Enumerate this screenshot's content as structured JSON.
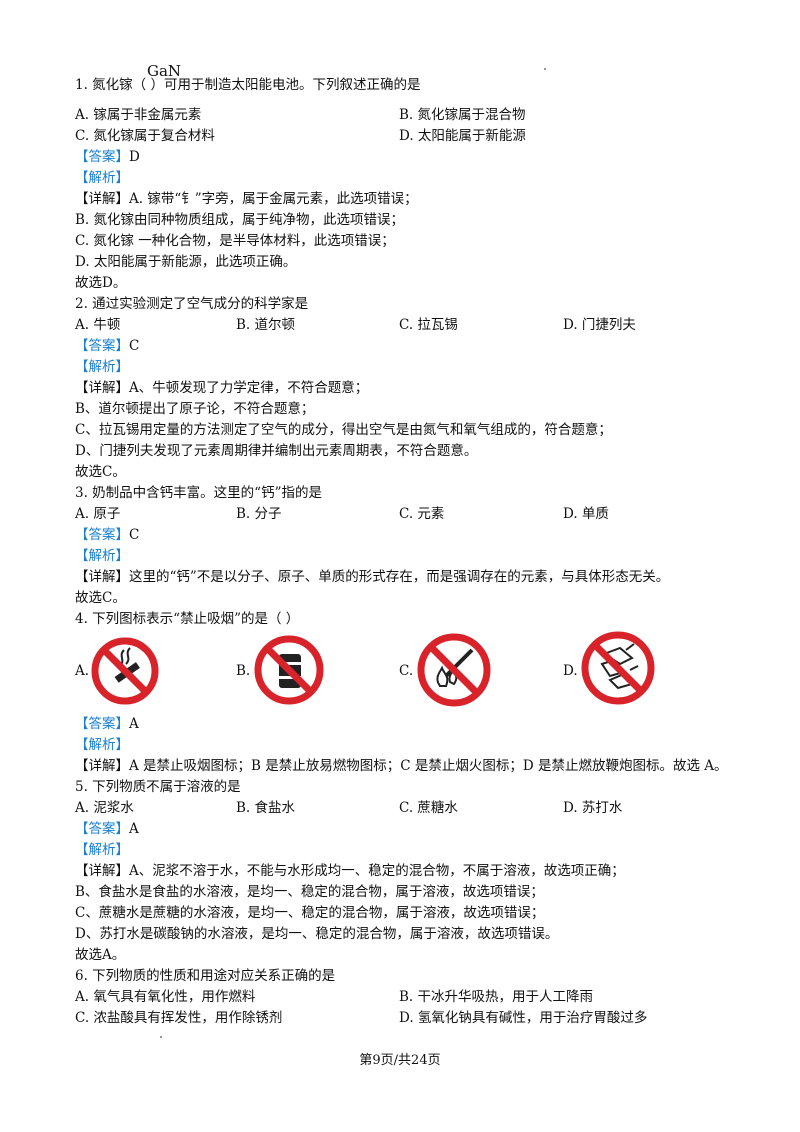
{
  "formula": "GaN",
  "q1": {
    "stem": "1. 氮化镓（        ）可用于制造太阳能电池。下列叙述正确的是",
    "options": [
      "A. 镓属于非金属元素",
      "B. 氮化镓属于混合物",
      "C. 氮化镓属于复合材料",
      "D. 太阳能属于新能源"
    ],
    "answer_tag": "【答案】",
    "answer": "D",
    "analysis_tag": "【解析】",
    "detail_tag": "【详解】",
    "detail": [
      "A. 镓带“钅”字旁，属于金属元素，此选项错误；",
      "B. 氮化镓由同种物质组成，属于纯净物，此选项错误；",
      "C. 氮化镓    一种化合物，是半导体材料，此选项错误；",
      "D. 太阳能属于新能源，此选项正确。",
      "故选D。"
    ]
  },
  "q2": {
    "stem": "2. 通过实验测定了空气成分的科学家是",
    "options": [
      "A. 牛顿",
      "B. 道尔顿",
      "C. 拉瓦锡",
      "D. 门捷列夫"
    ],
    "answer_tag": "【答案】",
    "answer": "C",
    "analysis_tag": "【解析】",
    "detail_tag": "【详解】",
    "detail": [
      "A、牛顿发现了力学定律，不符合题意；",
      "B、道尔顿提出了原子论，不符合题意；",
      "C、拉瓦锡用定量的方法测定了空气的成分，得出空气是由氮气和氧气组成的，符合题意；",
      "D、门捷列夫发现了元素周期律并编制出元素周期表，不符合题意。",
      "故选C。"
    ]
  },
  "q3": {
    "stem": "3. 奶制品中含钙丰富。这里的“钙”指的是",
    "options": [
      "A. 原子",
      "B. 分子",
      "C. 元素",
      "D. 单质"
    ],
    "answer_tag": "【答案】",
    "answer": "C",
    "analysis_tag": "【解析】",
    "detail_tag": "【详解】",
    "detail": [
      "这里的“钙”不是以分子、原子、单质的形式存在，而是强调存在的元素，与具体形态无关。",
      "故选C。"
    ]
  },
  "q4": {
    "stem": "4. 下列图标表示“禁止吸烟”的是（        ）",
    "option_letters": [
      "A.",
      "B.",
      "C.",
      "D."
    ],
    "sign_icons": [
      "no-smoking-icon",
      "no-flammable-materials-icon",
      "no-open-flame-icon",
      "no-firecrackers-icon"
    ],
    "answer_tag": "【答案】",
    "answer": "A",
    "analysis_tag": "【解析】",
    "detail_tag": "【详解】",
    "detail": [
      "A 是禁止吸烟图标；B 是禁止放易燃物图标；C 是禁止烟火图标；D 是禁止燃放鞭炮图标。故选 A。"
    ]
  },
  "q5": {
    "stem": "5. 下列物质不属于溶液的是",
    "options": [
      "A. 泥浆水",
      "B. 食盐水",
      "C. 蔗糖水",
      "D. 苏打水"
    ],
    "answer_tag": "【答案】",
    "answer": "A",
    "analysis_tag": "【解析】",
    "detail_tag": "【详解】",
    "detail": [
      "A、泥浆不溶于水，不能与水形成均一、稳定的混合物，不属于溶液，故选项正确；",
      "B、食盐水是食盐的水溶液，是均一、稳定的混合物，属于溶液，故选项错误；",
      "C、蔗糖水是蔗糖的水溶液，是均一、稳定的混合物，属于溶液，故选项错误；",
      "D、苏打水是碳酸钠的水溶液，是均一、稳定的混合物，属于溶液，故选项错误。",
      "故选A。"
    ]
  },
  "q6": {
    "stem": "6. 下列物质的性质和用途对应关系正确的是",
    "options": [
      "A. 氧气具有氧化性，用作燃料",
      "B. 干冰升华吸热，用于人工降雨",
      "C. 浓盐酸具有挥发性，用作除锈剂",
      "D. 氢氧化钠具有碱性，用于治疗胃酸过多"
    ]
  },
  "footer": "第9页/共24页",
  "colors": {
    "tag": "#1a7fd0",
    "prohibition_red": "#d8232a"
  }
}
